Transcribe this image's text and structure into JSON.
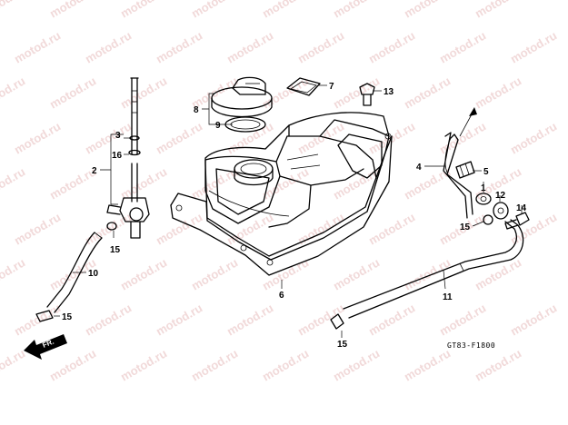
{
  "watermark": {
    "text": "motod.ru"
  },
  "drawing_code": "GT83-F1800",
  "direction_arrow": {
    "label": "FR."
  },
  "callouts": {
    "c1": "1",
    "c2": "2",
    "c3": "3",
    "c4": "4",
    "c5": "5",
    "c6": "6",
    "c7": "7",
    "c8": "8",
    "c9": "9",
    "c10": "10",
    "c11": "11",
    "c12": "12",
    "c13": "13",
    "c14": "14",
    "c15a": "15",
    "c15b": "15",
    "c15c": "15",
    "c15d": "15",
    "c16": "16"
  }
}
